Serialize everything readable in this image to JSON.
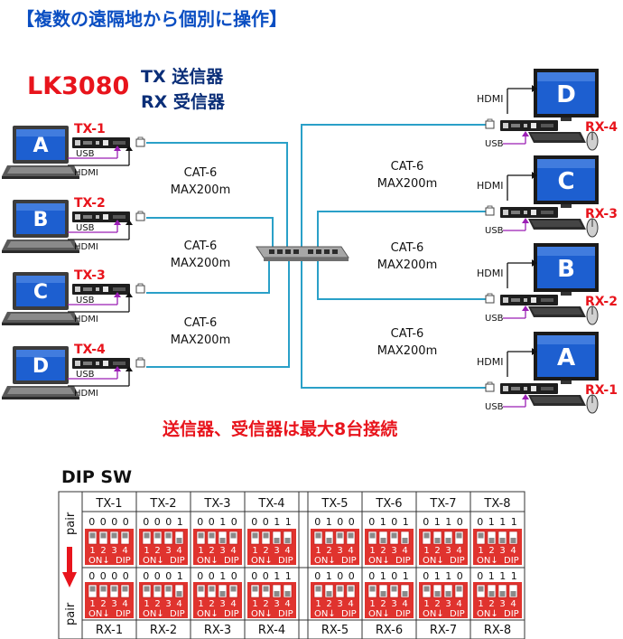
{
  "title": "【複数の遠隔地から個別に操作】",
  "model": "LK3080",
  "legend": {
    "tx": "TX 送信器",
    "rx": "RX 受信器"
  },
  "transmitters": [
    {
      "label": "TX-1",
      "screen": "A",
      "usb": "USB",
      "hdmi": "HDMI"
    },
    {
      "label": "TX-2",
      "screen": "B",
      "usb": "USB",
      "hdmi": "HDMI"
    },
    {
      "label": "TX-3",
      "screen": "C",
      "usb": "USB",
      "hdmi": "HDMI"
    },
    {
      "label": "TX-4",
      "screen": "D",
      "usb": "USB",
      "hdmi": "HDMI"
    }
  ],
  "receivers": [
    {
      "label": "RX-4",
      "screen": "D",
      "usb": "USB",
      "hdmi": "HDMI"
    },
    {
      "label": "RX-3",
      "screen": "C",
      "usb": "USB",
      "hdmi": "HDMI"
    },
    {
      "label": "RX-2",
      "screen": "B",
      "usb": "USB",
      "hdmi": "HDMI"
    },
    {
      "label": "RX-1",
      "screen": "A",
      "usb": "USB",
      "hdmi": "HDMI"
    }
  ],
  "cable_left": [
    {
      "line1": "CAT-6",
      "line2": "MAX200m"
    },
    {
      "line1": "CAT-6",
      "line2": "MAX200m"
    },
    {
      "line1": "CAT-6",
      "line2": "MAX200m"
    }
  ],
  "cable_right": [
    {
      "line1": "CAT-6",
      "line2": "MAX200m"
    },
    {
      "line1": "CAT-6",
      "line2": "MAX200m"
    },
    {
      "line1": "CAT-6",
      "line2": "MAX200m"
    }
  ],
  "max_units_note": "送信器、受信器は最大8台接続",
  "dip": {
    "heading": "DIP SW",
    "pair_label": "pair",
    "switch_numbers": [
      "1",
      "2",
      "3",
      "4"
    ],
    "on_label": "ON↓",
    "dip_label": "DIP",
    "tx": [
      {
        "label": "TX-1",
        "code": "0000"
      },
      {
        "label": "TX-2",
        "code": "0001"
      },
      {
        "label": "TX-3",
        "code": "0010"
      },
      {
        "label": "TX-4",
        "code": "0011"
      },
      {
        "label": "TX-5",
        "code": "0100"
      },
      {
        "label": "TX-6",
        "code": "0101"
      },
      {
        "label": "TX-7",
        "code": "0110"
      },
      {
        "label": "TX-8",
        "code": "0111"
      }
    ],
    "rx": [
      {
        "label": "RX-1",
        "code": "0000"
      },
      {
        "label": "RX-2",
        "code": "0001"
      },
      {
        "label": "RX-3",
        "code": "0010"
      },
      {
        "label": "RX-4",
        "code": "0011"
      },
      {
        "label": "RX-5",
        "code": "0100"
      },
      {
        "label": "RX-6",
        "code": "0101"
      },
      {
        "label": "RX-7",
        "code": "0110"
      },
      {
        "label": "RX-8",
        "code": "0111"
      }
    ]
  },
  "colors": {
    "red": "#e8141c",
    "blue": "#0a4ec2",
    "cable": "#2aa0c8",
    "purple": "#9b1fb5",
    "dip_red": "#e0332e"
  }
}
